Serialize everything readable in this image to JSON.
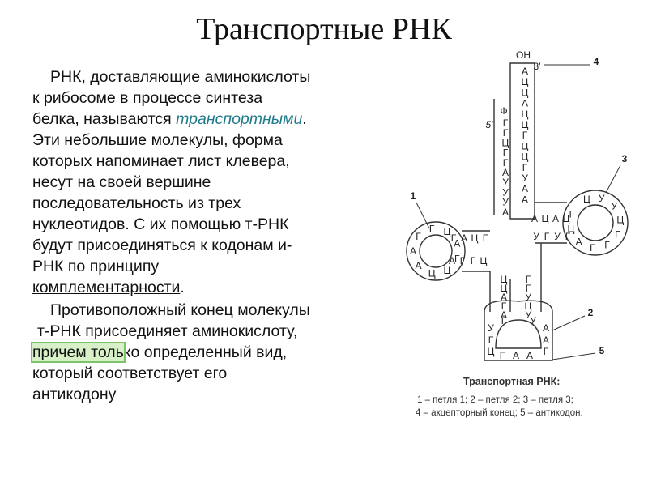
{
  "title": "Транспортные РНК",
  "para1": {
    "l1": "РНК, доставляющие аминокислоты",
    "l2": "к рибосоме в процессе синтеза",
    "l3a": "белка, называются ",
    "l3b": "транспортными",
    "l3c": ".",
    "l4": "Эти небольшие молекулы, форма",
    "l5": "которых напоминает лист клевера,",
    "l6": "несут на своей вершине",
    "l7": "последовательность из трех",
    "l8": "нуклеотидов. С их помощью т-РНК",
    "l9": "будут присоединяться к кодонам и-",
    "l10a": "РНК по принципу",
    "l11a": "комплементарности",
    "l11b": "."
  },
  "para2": {
    "l1": "Противоположный   конец молекулы",
    "l2": "т-РНК присоединяет аминокислоту,",
    "l3a": "причем толь",
    "l3b": "ко определенный вид,",
    "l4": "который соответствует его",
    "l5": "антикодону"
  },
  "diagram": {
    "oh": "ОН",
    "three_prime": "3′",
    "five_prime": "5′",
    "phi": "Ф",
    "labels": [
      "1",
      "2",
      "3",
      "4",
      "5"
    ],
    "acceptor_right": [
      "А",
      "Ц",
      "Ц",
      "А",
      "Ц",
      "Ц",
      "Г",
      "Ц",
      "Ц",
      "Г",
      "У",
      "А",
      "А"
    ],
    "acceptor_left": [
      "Г",
      "Г",
      "Ц",
      "Г",
      "Г",
      "А",
      "У",
      "У",
      "У",
      "А"
    ],
    "right_loop_stem_top": [
      "А",
      "Ц",
      "А",
      "Ц"
    ],
    "right_loop_stem_bottom": [
      "У",
      "Г",
      "У",
      "Г"
    ],
    "right_loop": [
      "Ц",
      "У",
      "У",
      "Ц",
      "Г",
      "Г",
      "Г",
      "А",
      "Ц",
      "Г"
    ],
    "left_loop_stem_top": [
      "Г",
      "А",
      "Ц",
      "Г"
    ],
    "left_loop_stem_bottom": [
      "А",
      "Г",
      "Г",
      "Ц"
    ],
    "left_loop": [
      "Г",
      "Ц",
      "Ц",
      "А",
      "А",
      "Г",
      "Г",
      "Ц",
      "А"
    ],
    "anticodon_stem_left": [
      "Ц",
      "Ц",
      "А",
      "Г",
      "А"
    ],
    "anticodon_stem_right": [
      "Г",
      "Г",
      "У",
      "Ц",
      "У"
    ],
    "anticodon_loop": [
      "У",
      "Г",
      "Ц",
      "Г",
      "А",
      "А",
      "Г",
      "У"
    ],
    "anticodon": [
      "Г",
      "А",
      "А"
    ],
    "caption_title": "Транспортная РНК:",
    "caption_line1": "1 – петля 1; 2 – петля 2; 3 – петля 3;",
    "caption_line2": "4 – акцепторный конец; 5 – антикодон."
  }
}
